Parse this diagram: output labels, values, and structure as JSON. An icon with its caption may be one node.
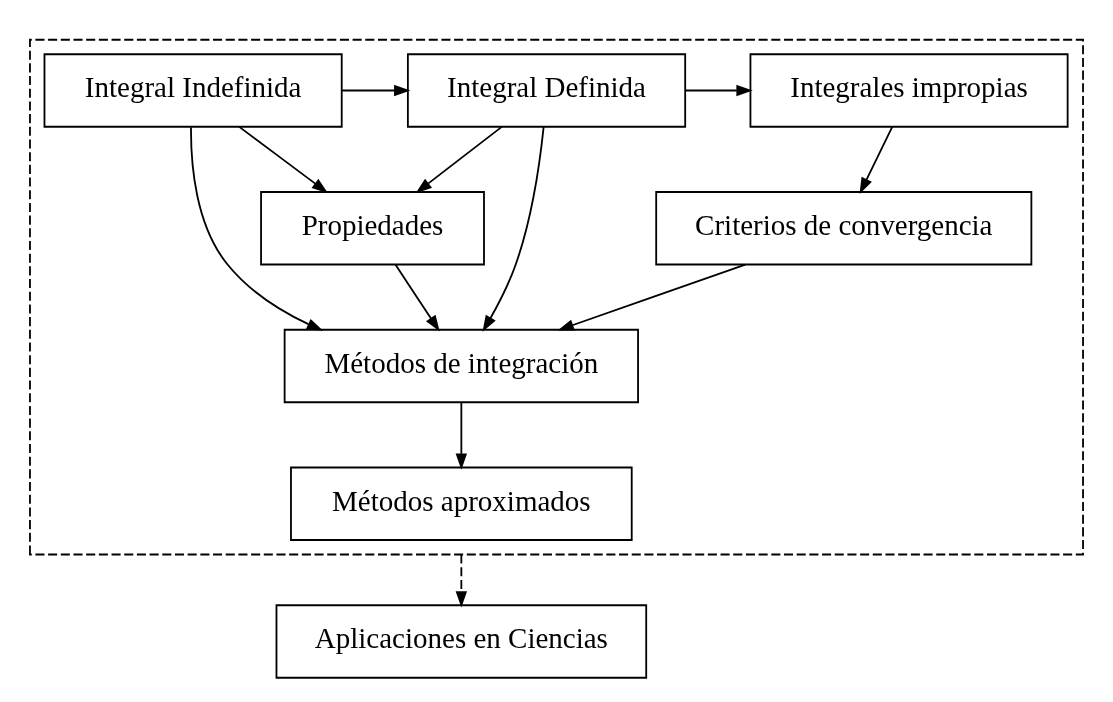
{
  "diagram": {
    "nodes": [
      {
        "text": [],
        "shape": "box"
      },
      {
        "text": [
          "Integral Indefinida"
        ],
        "in": 0
      },
      {
        "text": [
          "Integral Definida"
        ],
        "in": 0
      },
      {
        "text": [
          "Integrales impropias"
        ],
        "in": 0
      },
      {
        "text": [
          "Propiedades"
        ],
        "in": 0
      },
      {
        "text": [
          "Criterios de convergencia"
        ],
        "in": 0
      },
      {
        "text": [
          "Métodos de integración"
        ],
        "in": 0
      },
      {
        "text": [
          "Métodos aproximados"
        ],
        "in": 0
      },
      {
        "text": [
          "Aplicaciones en Ciencias"
        ]
      }
    ],
    "edges": [
      {
        "from": 1,
        "to": 2,
        "arrow": "to"
      },
      {
        "from": 2,
        "to": 3,
        "arrow": "to"
      },
      {
        "from": 1,
        "to": 6,
        "arrow": "to"
      },
      {
        "from": 1,
        "to": 4,
        "arrow": "to"
      },
      {
        "from": 2,
        "to": 4,
        "arrow": "to"
      },
      {
        "from": 2,
        "to": 6,
        "arrow": "to"
      },
      {
        "from": 3,
        "to": 5,
        "arrow": "to"
      },
      {
        "from": 4,
        "to": 6,
        "arrow": "to"
      },
      {
        "from": 5,
        "to": 6,
        "arrow": "to"
      },
      {
        "from": 6,
        "to": 7,
        "arrow": "to"
      },
      {
        "from": 0,
        "to": 8,
        "arrow": "to",
        "style": "dashed"
      }
    ]
  }
}
